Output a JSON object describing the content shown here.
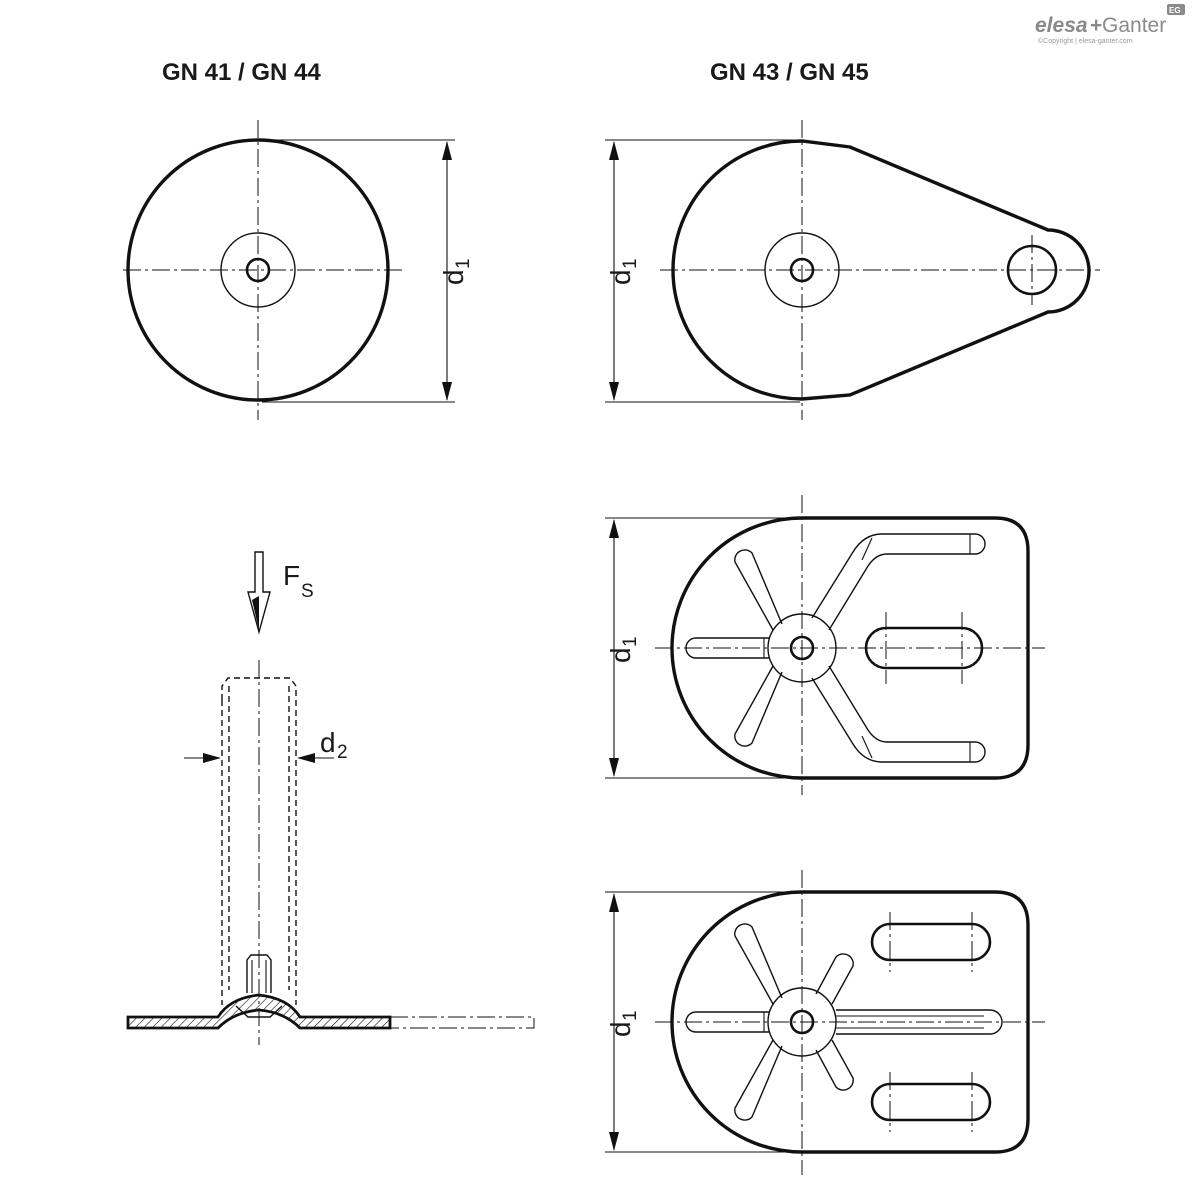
{
  "views": {
    "title_left": "GN 41 / GN 44",
    "title_right": "GN 43 / GN 45"
  },
  "dimensions": {
    "d1": {
      "main": "d",
      "sub": "1"
    },
    "d2": {
      "main": "d",
      "sub": "2"
    },
    "force": {
      "main": "F",
      "sub": "S"
    }
  },
  "logo": {
    "brand_a": "elesa",
    "plus": "+",
    "brand_b": "Ganter",
    "badge": "EG",
    "copyright": "©Copyright | elesa-ganter.com"
  },
  "colors": {
    "line": "#111111",
    "logo_gray": "#8a8a8a"
  }
}
